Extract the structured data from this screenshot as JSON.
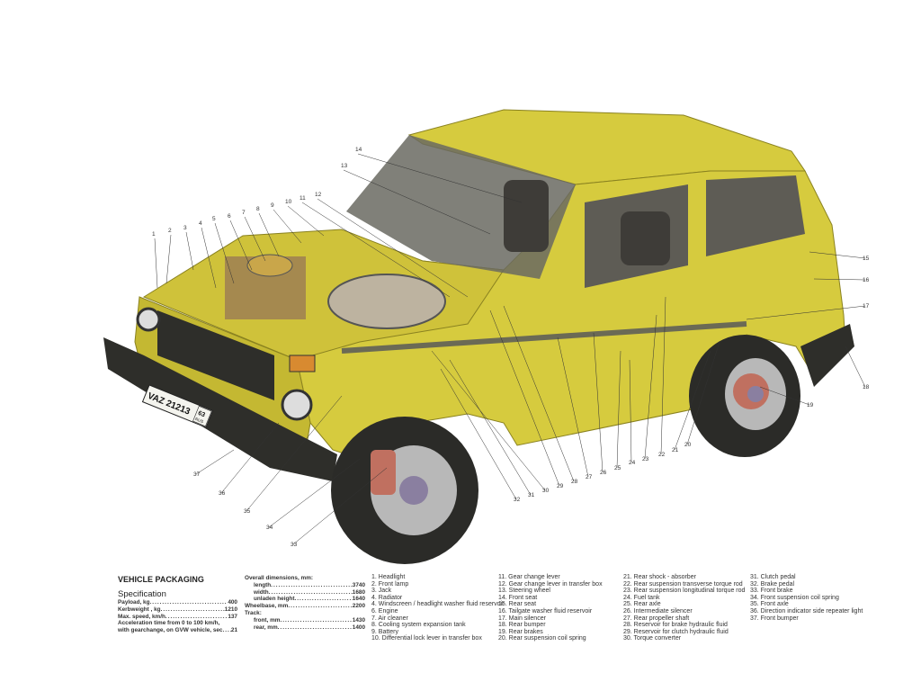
{
  "header": {
    "title": "VEHICLE PACKAGING",
    "spec_title": "Specification"
  },
  "plate": {
    "text": "VAZ 21213",
    "region": "63",
    "country": "RUS"
  },
  "colors": {
    "body": "#d6cb3e",
    "body_shade": "#a99f25",
    "dark": "#2e2e2a",
    "window": "#5a5a55"
  },
  "spec": [
    {
      "label": "Payload, kg",
      "value": "400"
    },
    {
      "label": "Kerbweight , kg",
      "value": "1210"
    },
    {
      "label": "Max. speed, km/h",
      "value": "137"
    }
  ],
  "acceleration": {
    "line1": "Acceleration time from 0 to 100 km/h,",
    "line2": "with gearchange, on GVW vehicle, sec",
    "value": "21"
  },
  "dimensions": {
    "title": "Overall dimensions, mm:",
    "length": {
      "label": "length",
      "value": "3740"
    },
    "width": {
      "label": "width",
      "value": "1680"
    },
    "height": {
      "label": "unladen height",
      "value": "1640"
    },
    "wheelbase": {
      "label": "Wheelbase, mm",
      "value": "2200"
    },
    "track_title": "Track:",
    "front": {
      "label": "front, mm",
      "value": "1430"
    },
    "rear": {
      "label": "rear, mm",
      "value": "1400"
    }
  },
  "parts": [
    "1. Headlight",
    "2. Front lamp",
    "3. Jack",
    "4. Radiator",
    "4. Windscreen / headlight washer fluid reservoir",
    "6. Engine",
    "7. Air cleaner",
    "8. Cooling system expansion tank",
    "9. Battery",
    "10. Differential lock lever in transfer box",
    "11. Gear change lever",
    "12. Gear change lever in transfer box",
    "13. Steering wheel",
    "14. Front seat",
    "15. Rear seat",
    "16. Tailgate washer fluid reservoir",
    "17. Main silencer",
    "18. Rear bumper",
    "19. Rear brakes",
    "20. Rear suspension coil spring",
    "21. Rear shock - absorber",
    "22. Rear suspension transverse torque rod",
    "23. Rear suspension longitudinal torque rod",
    "24. Fuel tank",
    "25. Rear axle",
    "26. Intermediate silencer",
    "27. Rear propeller shaft",
    "28. Reservoir for brake hydraulic fluid",
    "29. Reservoir for clutch hydraulic fluid",
    "30. Torque converter",
    "31. Clutch pedal",
    "32. Brake pedal",
    "33. Front brake",
    "34. Front suspension coil spring",
    "35. Front axle",
    "36. Direction indicator side repeater light",
    "37. Front bumper"
  ],
  "callouts": [
    "1",
    "2",
    "3",
    "4",
    "5",
    "6",
    "7",
    "8",
    "9",
    "10",
    "11",
    "12",
    "13",
    "14",
    "15",
    "16",
    "17",
    "18",
    "19",
    "20",
    "21",
    "22",
    "23",
    "24",
    "25",
    "26",
    "27",
    "28",
    "29",
    "30",
    "31",
    "32",
    "33",
    "34",
    "35",
    "36",
    "37"
  ]
}
